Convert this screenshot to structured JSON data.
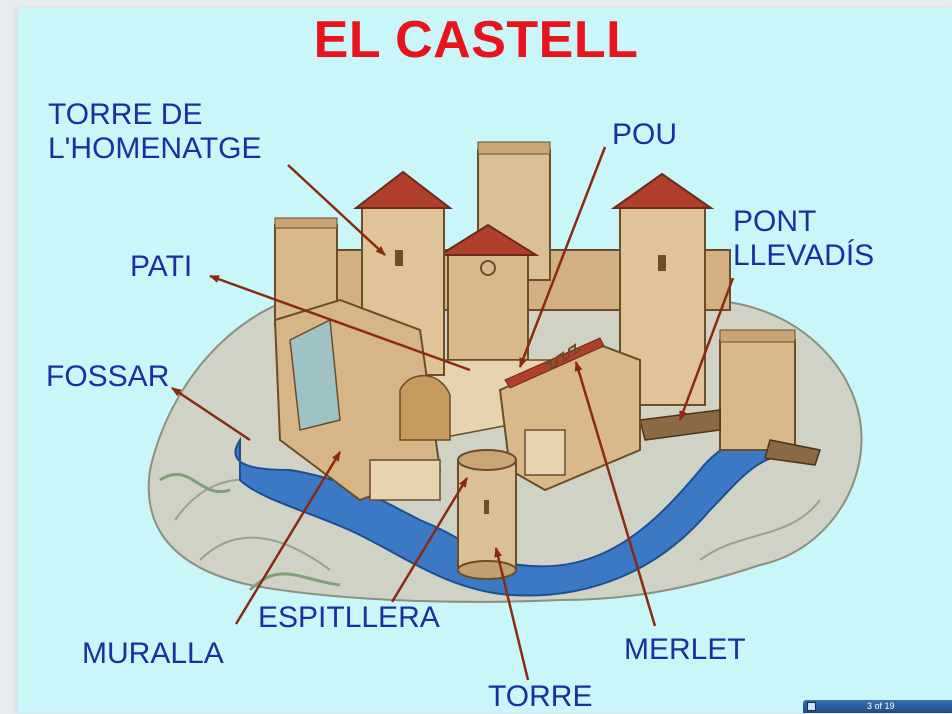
{
  "title": "EL CASTELL",
  "labels": {
    "torre_homenatge_line1": "TORRE DE",
    "torre_homenatge_line2": "L'HOMENATGE",
    "pou": "POU",
    "pont_line1": "PONT",
    "pont_line2": "LLEVADÍS",
    "pati": "PATI",
    "fossar": "FOSSAR",
    "espitllera": "ESPITLLERA",
    "muralla": "MURALLA",
    "merlet": "MERLET",
    "torre": "TORRE"
  },
  "colors": {
    "background": "#c8f6f9",
    "title": "#e8141c",
    "label": "#1c2fa0",
    "arrow": "#8b2a12",
    "stone": "#d9b98a",
    "roof": "#b0402c",
    "water": "#3b79c4"
  },
  "navigation": {
    "counter": "3 of 19"
  }
}
